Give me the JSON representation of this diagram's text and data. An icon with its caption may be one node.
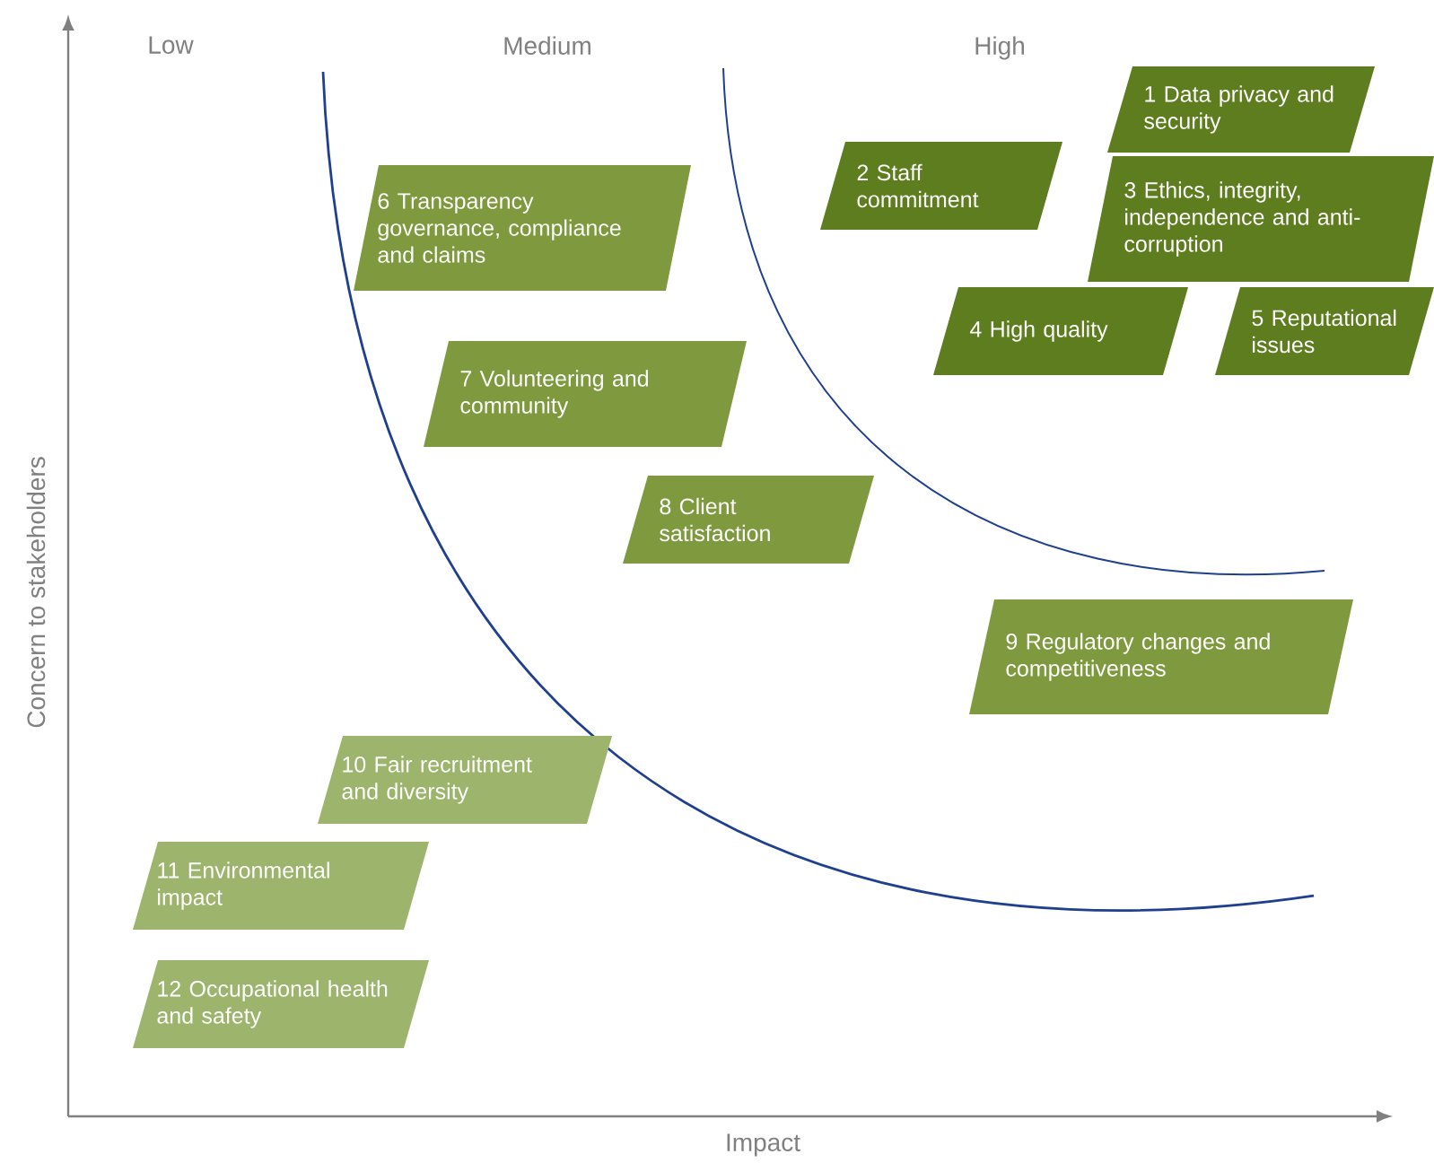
{
  "diagram": {
    "nodes": [
      {
        "text": [
          "1 Data privacy and security"
        ]
      },
      {
        "text": [
          "2 Staff commitment"
        ]
      },
      {
        "text": [
          "3 Ethics, integrity, independence and anti-corruption"
        ]
      },
      {
        "text": [
          "4 High quality"
        ]
      },
      {
        "text": [
          "5 Reputational issues"
        ]
      },
      {
        "text": [
          "6 Transparency governance, compliance and claims"
        ]
      },
      {
        "text": [
          "7 Volunteering and community"
        ]
      },
      {
        "text": [
          "8 Client satisfaction"
        ]
      },
      {
        "text": [
          "9  Regulatory changes and competitiveness"
        ]
      },
      {
        "text": [
          "10 Fair recruitment and diversity"
        ]
      },
      {
        "text": [
          "11 Environmental impact"
        ]
      },
      {
        "text": [
          "12 Occupational health and safety"
        ]
      }
    ],
    "labels": [
      "Low",
      "Medium",
      "High",
      "Concern to stakeholders",
      "Impact"
    ]
  }
}
